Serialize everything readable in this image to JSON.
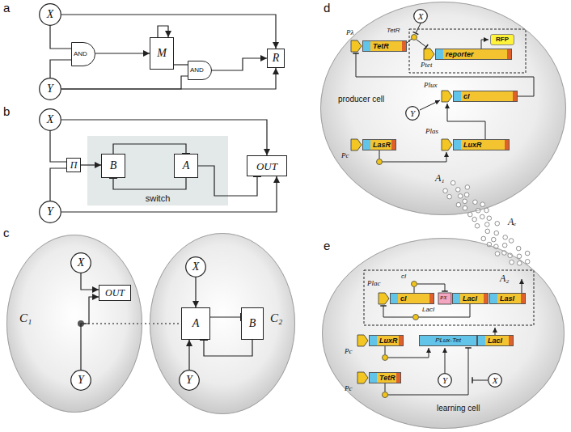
{
  "diagram": {
    "nodes": [
      {
        "text": [
          "X"
        ]
      },
      {
        "text": [
          "Y"
        ]
      },
      {
        "text": [
          "AND"
        ]
      },
      {
        "text": [
          "M"
        ]
      },
      {
        "text": [
          "AND"
        ]
      },
      {
        "text": [
          "R"
        ]
      },
      {
        "text": [
          "X"
        ]
      },
      {
        "text": [
          "Y"
        ]
      },
      {
        "text": [
          "Π"
        ]
      },
      {
        "text": [
          "switch"
        ]
      },
      {
        "text": [
          "B"
        ],
        "in": 9
      },
      {
        "text": [
          "A"
        ],
        "in": 9
      },
      {
        "text": [
          "OUT"
        ]
      },
      {
        "text": [
          "C₁"
        ]
      },
      {
        "text": [
          "X"
        ],
        "in": 13
      },
      {
        "text": [
          "OUT"
        ],
        "in": 13
      },
      {
        "text": [
          "Y"
        ],
        "in": 13
      },
      {
        "text": [
          "C₂"
        ]
      },
      {
        "text": [
          "X"
        ],
        "in": 17
      },
      {
        "text": [
          "A"
        ],
        "in": 17
      },
      {
        "text": [
          "B"
        ],
        "in": 17
      },
      {
        "text": [
          "Y"
        ],
        "in": 17
      },
      {
        "text": [
          "producer cell"
        ]
      },
      {
        "text": [
          "X"
        ],
        "in": 22
      },
      {
        "text": [
          "TetR"
        ],
        "in": 22
      },
      {
        "text": [
          "RFP"
        ],
        "in": 22
      },
      {
        "text": [
          "reporter"
        ],
        "in": 22
      },
      {
        "text": [
          "cI"
        ],
        "in": 22
      },
      {
        "text": [
          "Y"
        ],
        "in": 22
      },
      {
        "text": [
          "LasR"
        ],
        "in": 22
      },
      {
        "text": [
          "LuxR"
        ],
        "in": 22
      },
      {
        "text": [
          "learning cell"
        ]
      },
      {
        "text": [
          "cI"
        ],
        "in": 31
      },
      {
        "text": [
          "LacI"
        ],
        "in": 31
      },
      {
        "text": [
          "LasI"
        ],
        "in": 31
      },
      {
        "text": [
          "LuxR"
        ],
        "in": 31
      },
      {
        "text": [
          "PLux-Tet"
        ],
        "in": 31
      },
      {
        "text": [
          "LacI"
        ],
        "in": 31
      },
      {
        "text": [
          "TetR"
        ],
        "in": 31
      },
      {
        "text": [
          "Y"
        ],
        "in": 31
      },
      {
        "text": [
          "X"
        ],
        "in": 31
      }
    ],
    "edges": [
      {
        "from": 0,
        "to": 2,
        "arrow": "none"
      },
      {
        "from": 1,
        "to": 2,
        "arrow": "none"
      },
      {
        "from": 2,
        "to": 3,
        "arrow": "to"
      },
      {
        "from": 3,
        "to": 3,
        "arrow": "to"
      },
      {
        "from": 3,
        "to": 4,
        "arrow": "none"
      },
      {
        "from": 1,
        "to": 4,
        "arrow": "none"
      },
      {
        "from": 4,
        "to": 5,
        "arrow": "to"
      },
      {
        "from": 0,
        "to": 5,
        "arrow": "to"
      },
      {
        "from": 1,
        "to": 5,
        "arrow": "to"
      },
      {
        "from": 6,
        "to": 8,
        "arrow": "none"
      },
      {
        "from": 7,
        "to": 8,
        "arrow": "none"
      },
      {
        "from": 8,
        "to": 10,
        "arrow": "to"
      },
      {
        "from": 10,
        "to": 11,
        "arrow": "to"
      },
      {
        "from": 11,
        "to": 10,
        "arrow": "to"
      },
      {
        "from": 11,
        "to": 12,
        "arrow": "to"
      },
      {
        "from": 6,
        "to": 12,
        "arrow": "to"
      },
      {
        "from": 7,
        "to": 12,
        "arrow": "to"
      },
      {
        "from": 14,
        "to": 15,
        "arrow": "to"
      },
      {
        "from": 16,
        "to": 15,
        "arrow": "to"
      },
      {
        "from": 18,
        "to": 19,
        "arrow": "to"
      },
      {
        "from": 21,
        "to": 19,
        "arrow": "to"
      },
      {
        "from": 20,
        "to": 19,
        "arrow": "to"
      },
      {
        "from": 19,
        "to": 20,
        "arrow": "to"
      }
    ],
    "labels": [
      "a",
      "b",
      "c",
      "d",
      "Pλ",
      "TetR",
      "Ptet",
      "Plux",
      "Plas",
      "Pc",
      "A₁",
      "Aₑ",
      "e",
      "cI",
      "Plac",
      "PX",
      "LacI",
      "A₂",
      "Pc",
      "Pc"
    ]
  }
}
